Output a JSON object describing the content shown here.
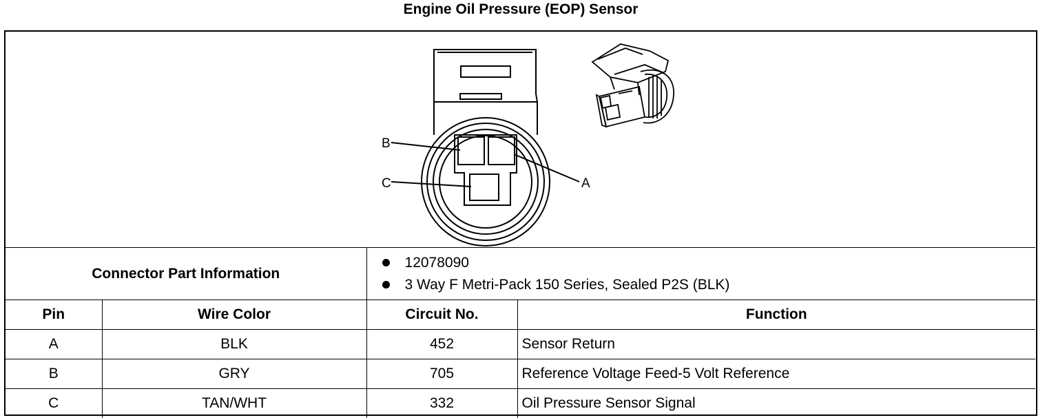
{
  "title": "Engine Oil Pressure (EOP) Sensor",
  "diagram": {
    "pin_labels": [
      "B",
      "C",
      "A"
    ]
  },
  "connector_info": {
    "label": "Connector Part Information",
    "items": [
      "12078090",
      "3 Way F Metri-Pack 150 Series, Sealed P2S (BLK)"
    ]
  },
  "table": {
    "headers": [
      "Pin",
      "Wire Color",
      "Circuit No.",
      "Function"
    ],
    "rows": [
      {
        "pin": "A",
        "wire_color": "BLK",
        "circuit": "452",
        "function": "Sensor Return"
      },
      {
        "pin": "B",
        "wire_color": "GRY",
        "circuit": "705",
        "function": "Reference Voltage Feed-5 Volt Reference"
      },
      {
        "pin": "C",
        "wire_color": "TAN/WHT",
        "circuit": "332",
        "function": "Oil Pressure Sensor Signal"
      }
    ]
  }
}
